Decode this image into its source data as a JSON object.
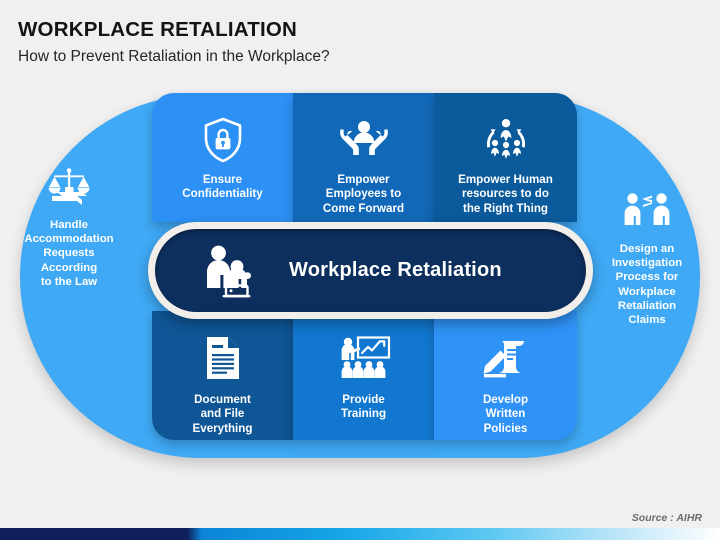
{
  "header": {
    "title": "WORKPLACE RETALIATION",
    "subtitle": "How to Prevent Retaliation in the Workplace?"
  },
  "center": {
    "label": "Workplace Retaliation",
    "icon": "people-laptop-icon",
    "bg_color": "#0d2f5e"
  },
  "diagram": {
    "oval_color": "#3fa9f5",
    "side_items": [
      {
        "id": "handle-accommodation",
        "icon": "scales-of-justice-book-icon",
        "lines": [
          "Handle",
          "Accommodation",
          "Requests",
          "According",
          "to the Law"
        ]
      },
      {
        "id": "design-investigation",
        "icon": "two-people-conflict-icon",
        "lines": [
          "Design an",
          "Investigation",
          "Process for",
          "Workplace",
          "Retaliation",
          "Claims"
        ]
      }
    ],
    "panels": [
      {
        "id": "ensure-confidentiality",
        "icon": "shield-lock-icon",
        "lines": [
          "Ensure",
          "Confidentiality"
        ],
        "color": "#2d90f5"
      },
      {
        "id": "empower-employees",
        "icon": "hands-holding-person-icon",
        "lines": [
          "Empower",
          "Employees to",
          "Come Forward"
        ],
        "color": "#1268b8"
      },
      {
        "id": "empower-hr",
        "icon": "circular-arrows-people-icon",
        "lines": [
          "Empower Human",
          "resources to do",
          "the Right Thing"
        ],
        "color": "#0a5a9c"
      },
      {
        "id": "document-and-file",
        "icon": "document-page-icon",
        "lines": [
          "Document",
          "and File",
          "Everything"
        ],
        "color": "#0f5696"
      },
      {
        "id": "provide-training",
        "icon": "presenter-whiteboard-audience-icon",
        "lines": [
          "Provide",
          "Training"
        ],
        "color": "#1277cf"
      },
      {
        "id": "develop-written-policies",
        "icon": "scroll-pen-icon",
        "lines": [
          "Develop",
          "Written",
          "Policies"
        ],
        "color": "#2f92f7"
      }
    ]
  },
  "footer": {
    "source": "Source : AIHR"
  }
}
